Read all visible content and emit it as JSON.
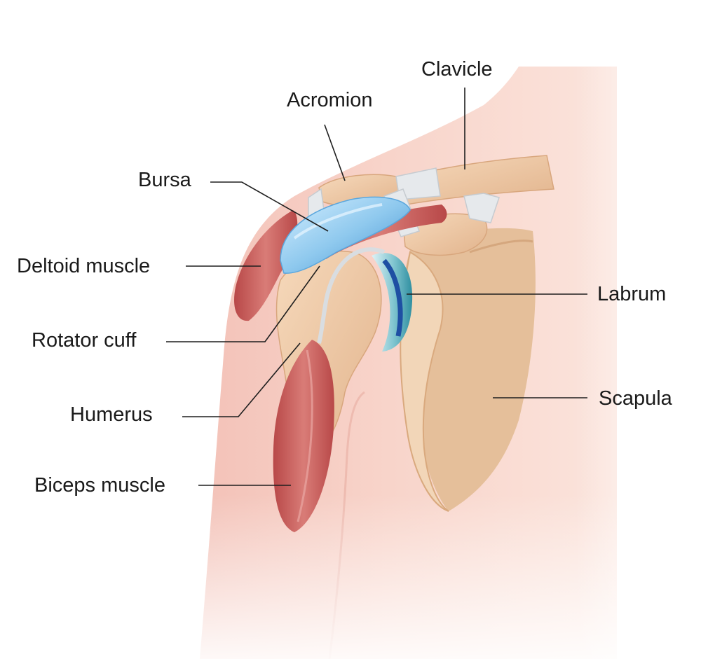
{
  "diagram": {
    "labels": {
      "clavicle": "Clavicle",
      "acromion": "Acromion",
      "bursa": "Bursa",
      "deltoid_muscle": "Deltoid muscle",
      "labrum": "Labrum",
      "rotator_cuff": "Rotator cuff",
      "scapula": "Scapula",
      "humerus": "Humerus",
      "biceps_muscle": "Biceps muscle"
    },
    "colors": {
      "skin": "#f6cfc6",
      "bone": "#efc9a6",
      "muscle": "#c95a57",
      "bursa": "#8fc9ee",
      "labrum": "#1e4fa3",
      "ligament": "#e4e7ea",
      "leader_line": "#1e1e1e",
      "text": "#1a1a1a"
    }
  }
}
